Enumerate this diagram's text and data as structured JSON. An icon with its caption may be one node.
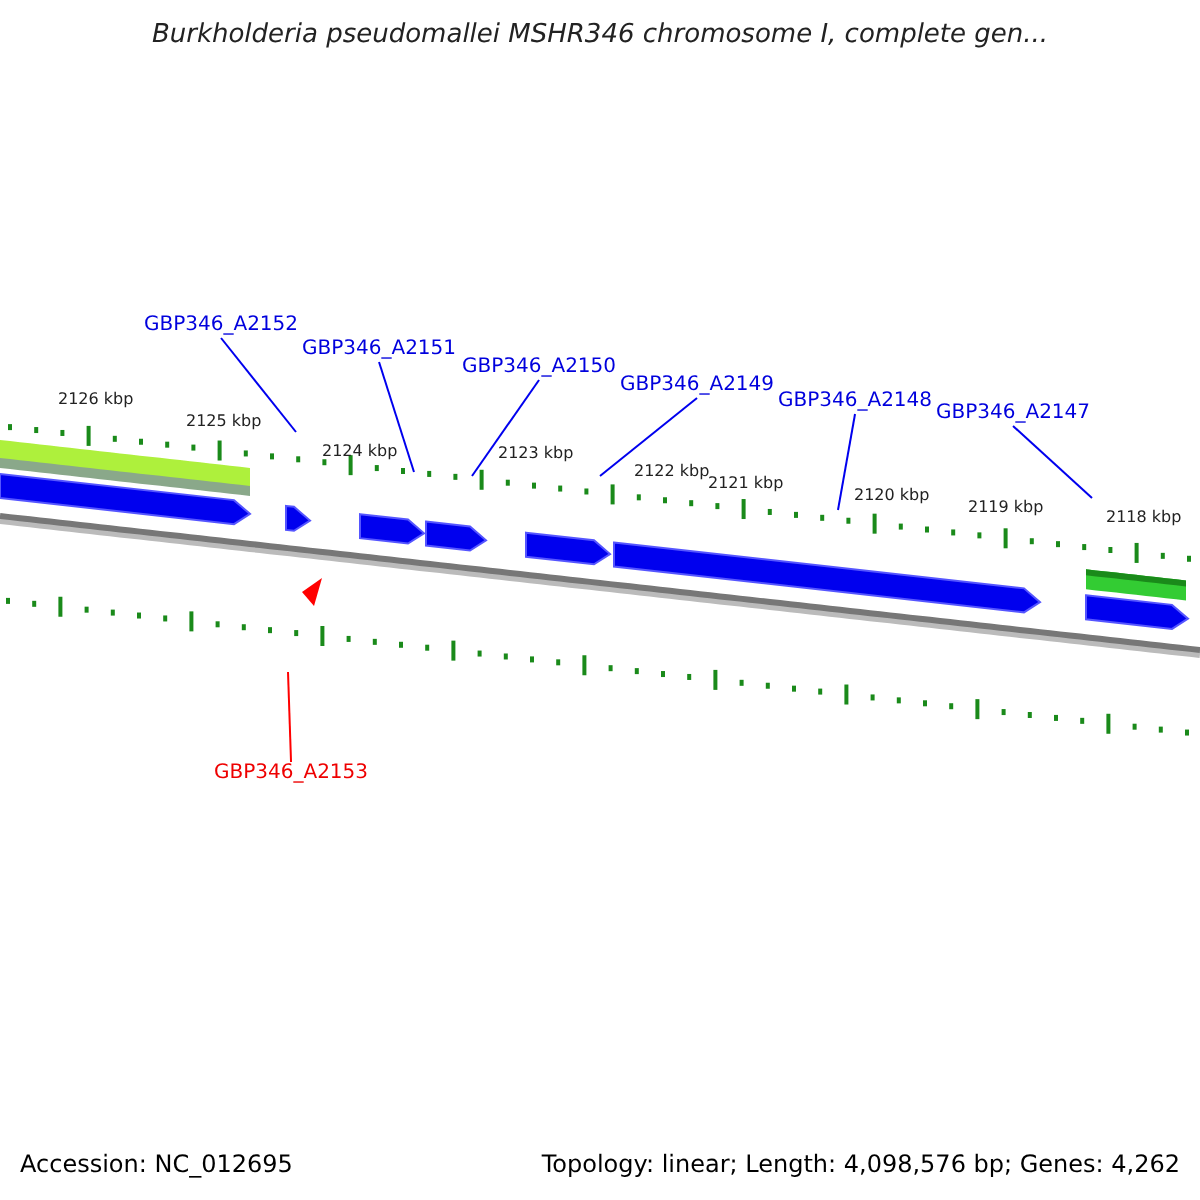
{
  "diagram": {
    "title": "Burkholderia pseudomallei MSHR346 chromosome I, complete gen...",
    "nodes": [
      {
        "text": [
          "GBP346_A2152"
        ]
      },
      {
        "text": [
          "GBP346_A2151"
        ]
      },
      {
        "text": [
          "GBP346_A2150"
        ]
      },
      {
        "text": [
          "GBP346_A2149"
        ]
      },
      {
        "text": [
          "GBP346_A2148"
        ]
      },
      {
        "text": [
          "GBP346_A2147"
        ]
      },
      {
        "text": [
          "GBP346_A2153"
        ]
      }
    ],
    "edges": [
      {
        "from": 0,
        "to": null,
        "arrow": "none"
      },
      {
        "from": 1,
        "to": null,
        "arrow": "none"
      },
      {
        "from": 2,
        "to": null,
        "arrow": "none"
      },
      {
        "from": 3,
        "to": null,
        "arrow": "none"
      },
      {
        "from": 4,
        "to": null,
        "arrow": "none"
      },
      {
        "from": 5,
        "to": null,
        "arrow": "none"
      },
      {
        "from": 6,
        "to": null,
        "arrow": "none",
        "color": "#ff0000"
      }
    ],
    "labels": [
      "2126 kbp",
      "2125 kbp",
      "2124 kbp",
      "2123 kbp",
      "2122 kbp",
      "2121 kbp",
      "2120 kbp",
      "2119 kbp",
      "2118 kbp",
      "Accession: NC_012695",
      "Topology: linear; Length: 4,098,576 bp; Genes: 4,262"
    ]
  }
}
